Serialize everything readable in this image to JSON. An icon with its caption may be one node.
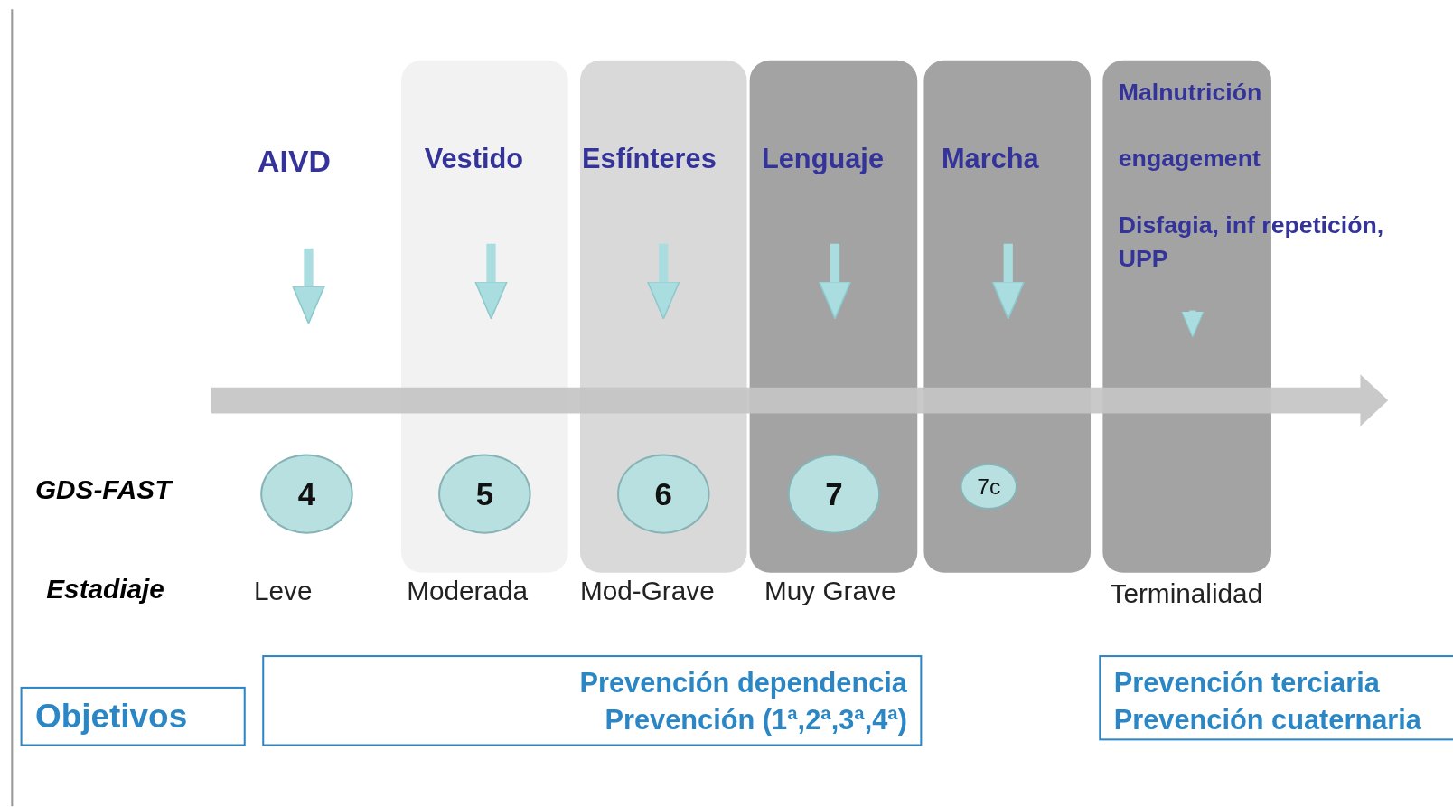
{
  "diagram": {
    "nodes": [
      {
        "text": [
          "AIVD"
        ]
      },
      {
        "text": [
          "Vestido"
        ]
      },
      {
        "text": [
          "Esfínteres"
        ]
      },
      {
        "text": [
          "Lenguaje"
        ]
      },
      {
        "text": [
          "Marcha"
        ]
      },
      {
        "text": [
          "Malnutrición",
          "engagement",
          "Disfagia, inf repetición, UPP"
        ]
      },
      {
        "text": [
          "4"
        ]
      },
      {
        "text": [
          "5"
        ],
        "in": 1
      },
      {
        "text": [
          "6"
        ],
        "in": 2
      },
      {
        "text": [
          "7"
        ],
        "in": 3
      },
      {
        "text": [
          "7c"
        ],
        "in": 4
      },
      {
        "text": [
          "Objetivos"
        ]
      },
      {
        "text": [
          "Prevención dependencia",
          "Prevención (1ª,2ª,3ª,4ª)"
        ]
      },
      {
        "text": [
          "Prevención terciaria",
          "Prevención cuaternaria"
        ]
      }
    ],
    "labels": [
      "GDS-FAST",
      "Estadiaje",
      "Leve",
      "Moderada",
      "Mod-Grave",
      "Muy Grave",
      "Terminalidad"
    ]
  }
}
